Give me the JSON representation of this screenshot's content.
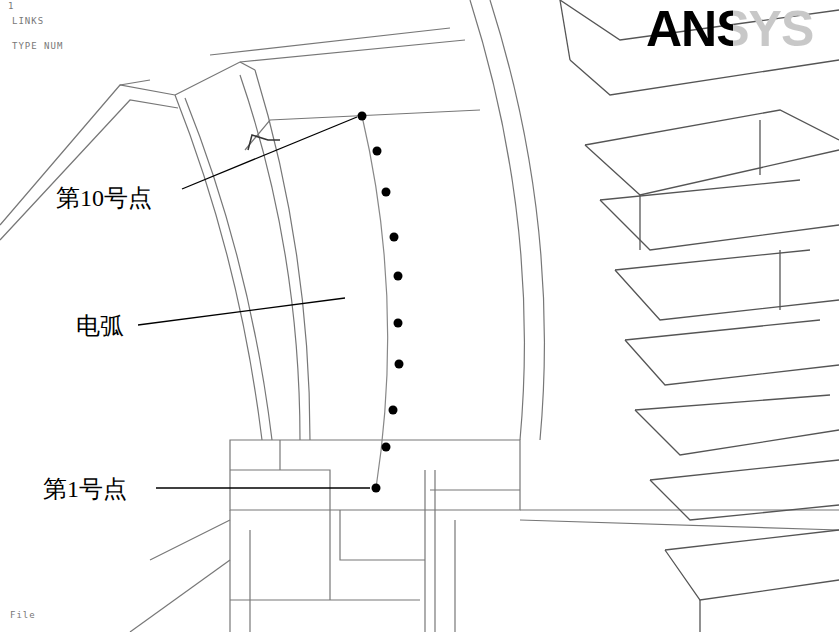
{
  "diagram": {
    "labels": [
      "1",
      "LINKS",
      "TYPE NUM",
      "ANSYS",
      "第10号点",
      "电弧",
      "第1号点",
      "File"
    ]
  }
}
